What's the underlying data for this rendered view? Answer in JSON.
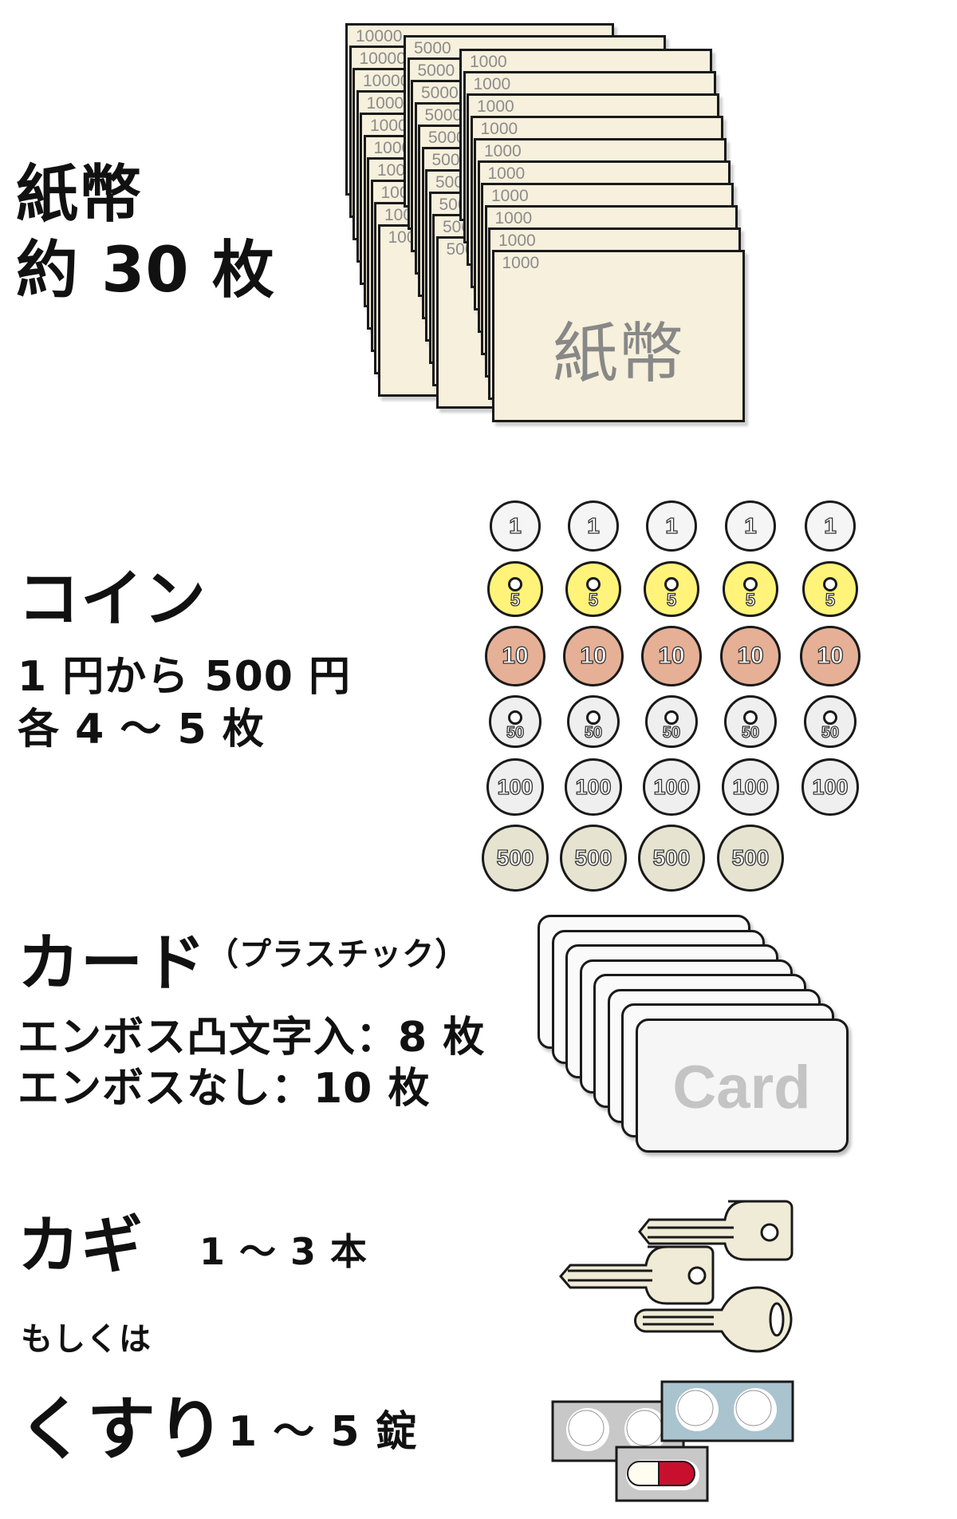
{
  "banknotes": {
    "heading": "紙幣",
    "count": "約 30 枚",
    "stacks": [
      {
        "denomination": "10000",
        "count": 10
      },
      {
        "denomination": "5000",
        "count": 10
      },
      {
        "denomination": "1000",
        "count": 10
      }
    ],
    "front_label": "紙幣",
    "color": "#f6f0dc"
  },
  "coins": {
    "heading": "コイン",
    "line1": "1 円から 500 円",
    "line2": "各 4 ～ 5 枚",
    "rows": [
      {
        "value": "1",
        "count": 5,
        "color": "#f5f5f5",
        "hole": false
      },
      {
        "value": "5",
        "count": 5,
        "color": "#fff37a",
        "hole": true
      },
      {
        "value": "10",
        "count": 5,
        "color": "#e5b096",
        "hole": false
      },
      {
        "value": "50",
        "count": 5,
        "color": "#efefef",
        "hole": true
      },
      {
        "value": "100",
        "count": 5,
        "color": "#efefef",
        "hole": false
      },
      {
        "value": "500",
        "count": 4,
        "color": "#e6e4d0",
        "hole": false
      }
    ]
  },
  "cards": {
    "heading": "カード",
    "subheading": "（プラスチック）",
    "line1": "エンボス凸文字入：8 枚",
    "line2": "エンボスなし：10 枚",
    "card_label": "Card",
    "stack_count": 8
  },
  "keys": {
    "heading": "カギ",
    "count": "1 ～ 3 本",
    "color": "#efebd6"
  },
  "or_text": "もしくは",
  "medicine": {
    "heading": "くすり",
    "count": "1 ～ 5 錠",
    "capsule_color": "#c8102e"
  }
}
